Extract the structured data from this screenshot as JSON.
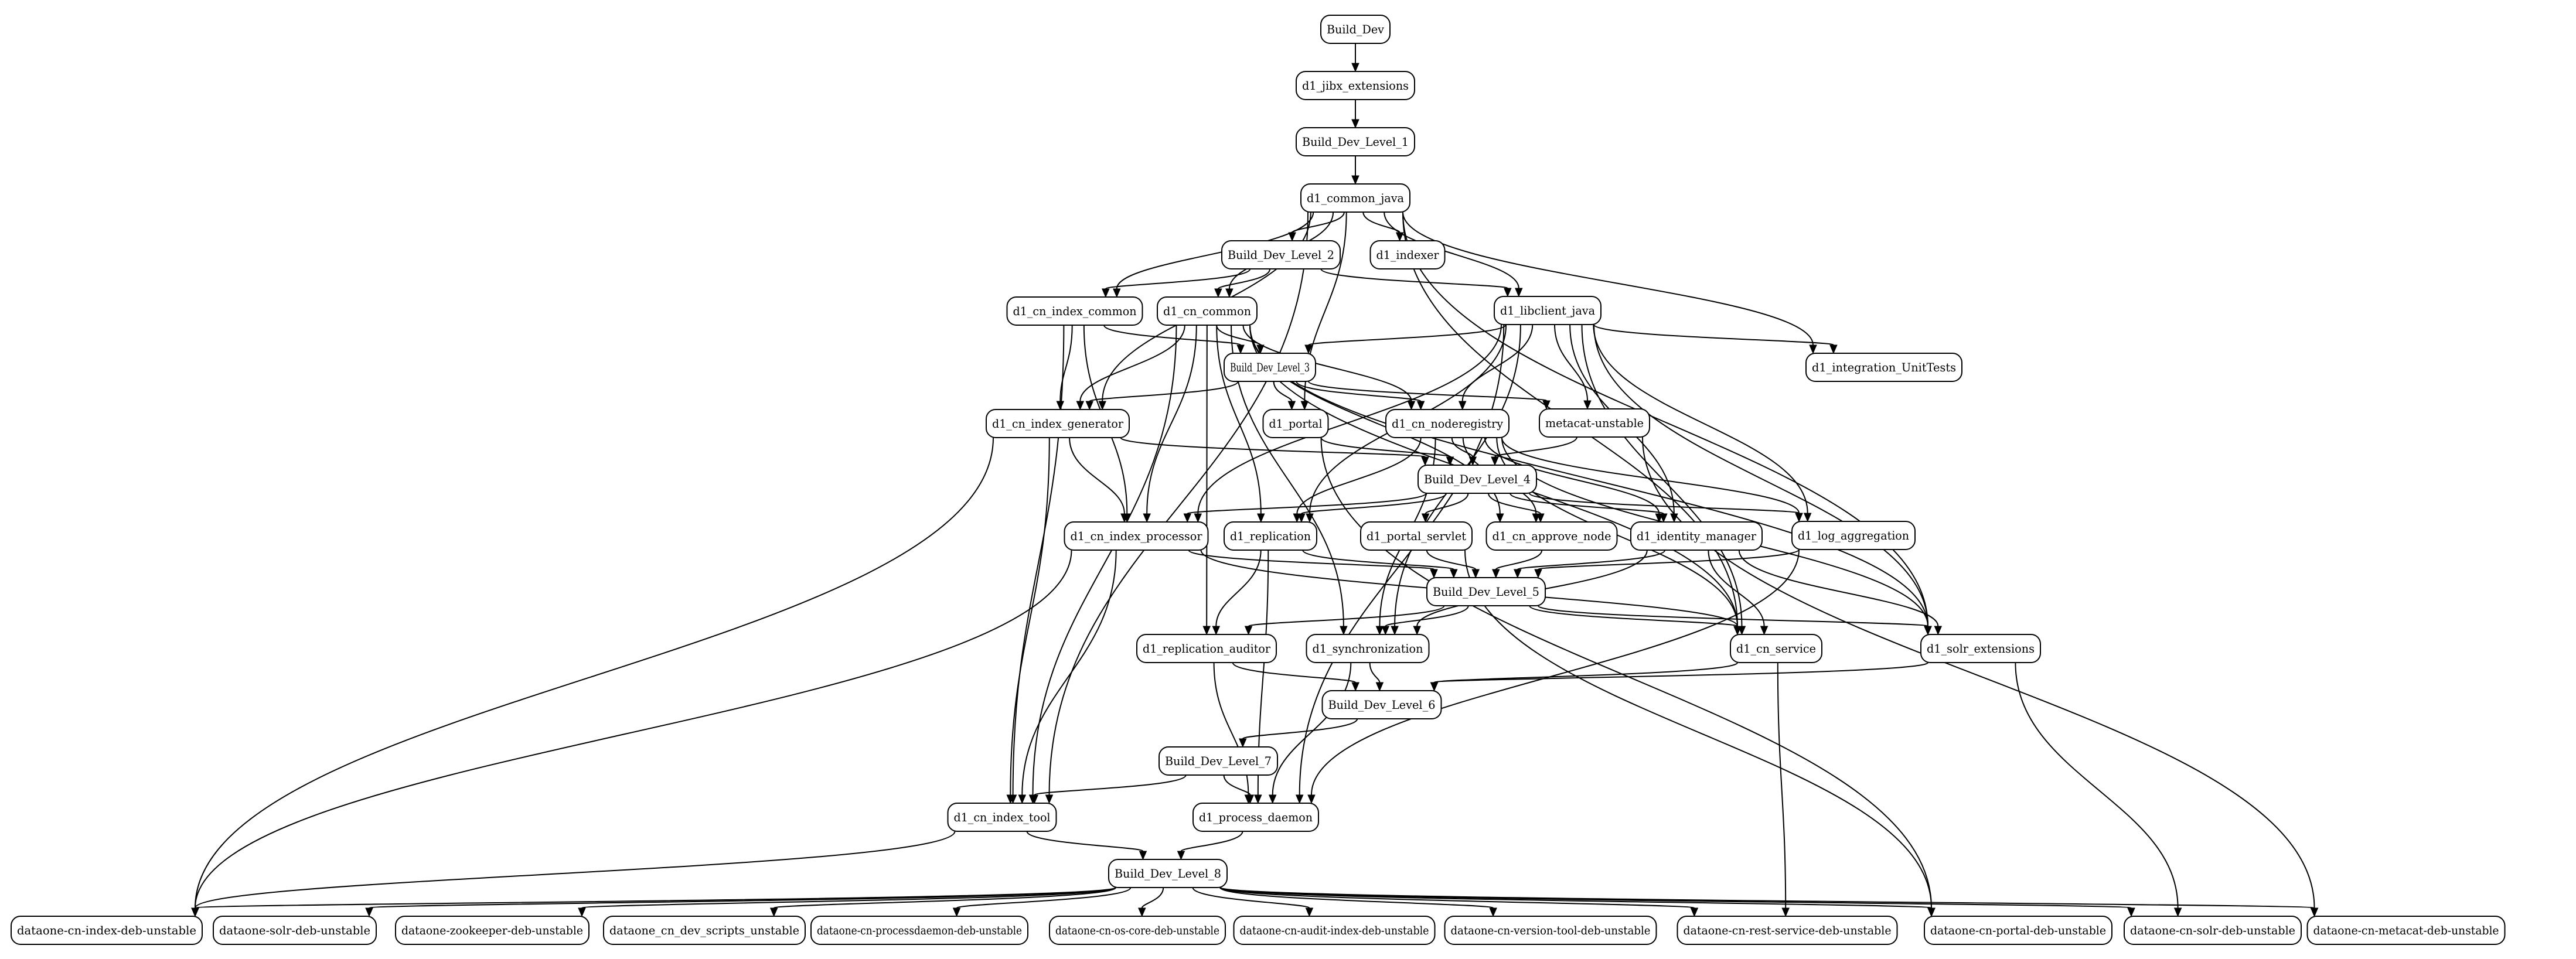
{
  "diagram": {
    "type": "directed-dependency-graph",
    "node_shape": "rounded-box",
    "colors": {
      "stroke": "#000000",
      "fill": "#ffffff",
      "text": "#000000",
      "background": "#ffffff"
    },
    "nodes": [
      {
        "id": "Build_Dev",
        "label": "Build_Dev"
      },
      {
        "id": "d1_jibx_extensions",
        "label": "d1_jibx_extensions"
      },
      {
        "id": "Build_Dev_Level_1",
        "label": "Build_Dev_Level_1"
      },
      {
        "id": "d1_common_java",
        "label": "d1_common_java"
      },
      {
        "id": "Build_Dev_Level_2",
        "label": "Build_Dev_Level_2"
      },
      {
        "id": "d1_indexer",
        "label": "d1_indexer"
      },
      {
        "id": "d1_cn_index_common",
        "label": "d1_cn_index_common"
      },
      {
        "id": "d1_cn_common",
        "label": "d1_cn_common"
      },
      {
        "id": "d1_libclient_java",
        "label": "d1_libclient_java"
      },
      {
        "id": "Build_Dev_Level_3",
        "label": "Build_Dev_Level_3"
      },
      {
        "id": "d1_integration_UnitTests",
        "label": "d1_integration_UnitTests"
      },
      {
        "id": "d1_cn_index_generator",
        "label": "d1_cn_index_generator"
      },
      {
        "id": "d1_portal",
        "label": "d1_portal"
      },
      {
        "id": "d1_cn_noderegistry",
        "label": "d1_cn_noderegistry"
      },
      {
        "id": "metacat-unstable",
        "label": "metacat-unstable"
      },
      {
        "id": "Build_Dev_Level_4",
        "label": "Build_Dev_Level_4"
      },
      {
        "id": "d1_cn_index_processor",
        "label": "d1_cn_index_processor"
      },
      {
        "id": "d1_replication",
        "label": "d1_replication"
      },
      {
        "id": "d1_portal_servlet",
        "label": "d1_portal_servlet"
      },
      {
        "id": "d1_cn_approve_node",
        "label": "d1_cn_approve_node"
      },
      {
        "id": "d1_identity_manager",
        "label": "d1_identity_manager"
      },
      {
        "id": "d1_log_aggregation",
        "label": "d1_log_aggregation"
      },
      {
        "id": "Build_Dev_Level_5",
        "label": "Build_Dev_Level_5"
      },
      {
        "id": "d1_replication_auditor",
        "label": "d1_replication_auditor"
      },
      {
        "id": "d1_synchronization",
        "label": "d1_synchronization"
      },
      {
        "id": "d1_cn_service",
        "label": "d1_cn_service"
      },
      {
        "id": "d1_solr_extensions",
        "label": "d1_solr_extensions"
      },
      {
        "id": "Build_Dev_Level_6",
        "label": "Build_Dev_Level_6"
      },
      {
        "id": "Build_Dev_Level_7",
        "label": "Build_Dev_Level_7"
      },
      {
        "id": "d1_cn_index_tool",
        "label": "d1_cn_index_tool"
      },
      {
        "id": "d1_process_daemon",
        "label": "d1_process_daemon"
      },
      {
        "id": "Build_Dev_Level_8",
        "label": "Build_Dev_Level_8"
      },
      {
        "id": "dataone-cn-index-deb-unstable",
        "label": "dataone-cn-index-deb-unstable"
      },
      {
        "id": "dataone-solr-deb-unstable",
        "label": "dataone-solr-deb-unstable"
      },
      {
        "id": "dataone-zookeeper-deb-unstable",
        "label": "dataone-zookeeper-deb-unstable"
      },
      {
        "id": "dataone_cn_dev_scripts_unstable",
        "label": "dataone_cn_dev_scripts_unstable"
      },
      {
        "id": "dataone-cn-processdaemon-deb-unstable",
        "label": "dataone-cn-processdaemon-deb-unstable"
      },
      {
        "id": "dataone-cn-os-core-deb-unstable",
        "label": "dataone-cn-os-core-deb-unstable"
      },
      {
        "id": "dataone-cn-audit-index-deb-unstable",
        "label": "dataone-cn-audit-index-deb-unstable"
      },
      {
        "id": "dataone-cn-version-tool-deb-unstable",
        "label": "dataone-cn-version-tool-deb-unstable"
      },
      {
        "id": "dataone-cn-rest-service-deb-unstable",
        "label": "dataone-cn-rest-service-deb-unstable"
      },
      {
        "id": "dataone-cn-portal-deb-unstable",
        "label": "dataone-cn-portal-deb-unstable"
      },
      {
        "id": "dataone-cn-solr-deb-unstable",
        "label": "dataone-cn-solr-deb-unstable"
      },
      {
        "id": "dataone-cn-metacat-deb-unstable",
        "label": "dataone-cn-metacat-deb-unstable"
      }
    ],
    "edges": [
      [
        "Build_Dev",
        "d1_jibx_extensions"
      ],
      [
        "d1_jibx_extensions",
        "Build_Dev_Level_1"
      ],
      [
        "Build_Dev_Level_1",
        "d1_common_java"
      ],
      [
        "d1_common_java",
        "Build_Dev_Level_2"
      ],
      [
        "d1_common_java",
        "d1_indexer"
      ],
      [
        "d1_common_java",
        "d1_cn_index_common"
      ],
      [
        "d1_common_java",
        "d1_cn_common"
      ],
      [
        "d1_common_java",
        "d1_libclient_java"
      ],
      [
        "d1_common_java",
        "d1_integration_UnitTests"
      ],
      [
        "d1_common_java",
        "d1_cn_index_generator"
      ],
      [
        "d1_common_java",
        "d1_portal"
      ],
      [
        "d1_common_java",
        "d1_cn_index_tool"
      ],
      [
        "d1_common_java",
        "d1_cn_service"
      ],
      [
        "d1_common_java",
        "d1_solr_extensions"
      ],
      [
        "Build_Dev_Level_2",
        "d1_cn_index_common"
      ],
      [
        "Build_Dev_Level_2",
        "d1_cn_common"
      ],
      [
        "Build_Dev_Level_2",
        "d1_libclient_java"
      ],
      [
        "d1_cn_index_common",
        "Build_Dev_Level_3"
      ],
      [
        "d1_cn_index_common",
        "d1_cn_index_generator"
      ],
      [
        "d1_cn_index_common",
        "d1_cn_index_processor"
      ],
      [
        "d1_cn_index_common",
        "d1_cn_index_tool"
      ],
      [
        "d1_cn_common",
        "Build_Dev_Level_3"
      ],
      [
        "d1_cn_common",
        "d1_cn_index_generator"
      ],
      [
        "d1_cn_common",
        "d1_cn_noderegistry"
      ],
      [
        "d1_cn_common",
        "d1_cn_index_processor"
      ],
      [
        "d1_cn_common",
        "d1_replication"
      ],
      [
        "d1_cn_common",
        "d1_replication_auditor"
      ],
      [
        "d1_cn_common",
        "d1_synchronization"
      ],
      [
        "d1_cn_common",
        "d1_cn_index_tool"
      ],
      [
        "d1_cn_common",
        "d1_cn_service"
      ],
      [
        "d1_cn_common",
        "d1_cn_approve_node"
      ],
      [
        "d1_cn_common",
        "d1_solr_extensions"
      ],
      [
        "d1_libclient_java",
        "Build_Dev_Level_3"
      ],
      [
        "d1_libclient_java",
        "d1_integration_UnitTests"
      ],
      [
        "d1_libclient_java",
        "metacat-unstable"
      ],
      [
        "d1_libclient_java",
        "d1_cn_noderegistry"
      ],
      [
        "d1_libclient_java",
        "d1_replication"
      ],
      [
        "d1_libclient_java",
        "d1_cn_index_processor"
      ],
      [
        "d1_libclient_java",
        "d1_identity_manager"
      ],
      [
        "d1_libclient_java",
        "d1_log_aggregation"
      ],
      [
        "d1_libclient_java",
        "d1_synchronization"
      ],
      [
        "d1_libclient_java",
        "d1_cn_service"
      ],
      [
        "d1_libclient_java",
        "d1_solr_extensions"
      ],
      [
        "d1_libclient_java",
        "d1_process_daemon"
      ],
      [
        "Build_Dev_Level_3",
        "d1_cn_index_generator"
      ],
      [
        "Build_Dev_Level_3",
        "d1_portal"
      ],
      [
        "Build_Dev_Level_3",
        "d1_cn_noderegistry"
      ],
      [
        "Build_Dev_Level_3",
        "metacat-unstable"
      ],
      [
        "d1_cn_index_generator",
        "Build_Dev_Level_4"
      ],
      [
        "d1_cn_index_generator",
        "d1_cn_index_processor"
      ],
      [
        "d1_cn_index_generator",
        "d1_cn_index_tool"
      ],
      [
        "d1_cn_index_generator",
        "dataone-cn-index-deb-unstable"
      ],
      [
        "d1_portal",
        "Build_Dev_Level_4"
      ],
      [
        "d1_portal",
        "dataone-cn-portal-deb-unstable"
      ],
      [
        "d1_cn_noderegistry",
        "Build_Dev_Level_4"
      ],
      [
        "d1_cn_noderegistry",
        "d1_replication"
      ],
      [
        "d1_cn_noderegistry",
        "d1_cn_approve_node"
      ],
      [
        "d1_cn_noderegistry",
        "d1_identity_manager"
      ],
      [
        "d1_cn_noderegistry",
        "d1_log_aggregation"
      ],
      [
        "d1_cn_noderegistry",
        "d1_synchronization"
      ],
      [
        "d1_cn_noderegistry",
        "d1_cn_service"
      ],
      [
        "d1_cn_noderegistry",
        "d1_solr_extensions"
      ],
      [
        "metacat-unstable",
        "Build_Dev_Level_4"
      ],
      [
        "metacat-unstable",
        "dataone-cn-metacat-deb-unstable"
      ],
      [
        "Build_Dev_Level_4",
        "d1_cn_index_processor"
      ],
      [
        "Build_Dev_Level_4",
        "d1_replication"
      ],
      [
        "Build_Dev_Level_4",
        "d1_portal_servlet"
      ],
      [
        "Build_Dev_Level_4",
        "d1_cn_approve_node"
      ],
      [
        "Build_Dev_Level_4",
        "d1_identity_manager"
      ],
      [
        "Build_Dev_Level_4",
        "d1_log_aggregation"
      ],
      [
        "d1_cn_index_processor",
        "Build_Dev_Level_5"
      ],
      [
        "d1_cn_index_processor",
        "d1_cn_service"
      ],
      [
        "d1_cn_index_processor",
        "d1_cn_index_tool"
      ],
      [
        "d1_cn_index_processor",
        "dataone-cn-index-deb-unstable"
      ],
      [
        "d1_replication",
        "Build_Dev_Level_5"
      ],
      [
        "d1_replication",
        "d1_replication_auditor"
      ],
      [
        "d1_replication",
        "d1_process_daemon"
      ],
      [
        "d1_portal_servlet",
        "Build_Dev_Level_5"
      ],
      [
        "d1_portal_servlet",
        "dataone-cn-portal-deb-unstable"
      ],
      [
        "d1_cn_approve_node",
        "Build_Dev_Level_5"
      ],
      [
        "d1_identity_manager",
        "Build_Dev_Level_5"
      ],
      [
        "d1_identity_manager",
        "d1_synchronization"
      ],
      [
        "d1_identity_manager",
        "d1_cn_service"
      ],
      [
        "d1_identity_manager",
        "d1_solr_extensions"
      ],
      [
        "d1_log_aggregation",
        "Build_Dev_Level_5"
      ],
      [
        "d1_log_aggregation",
        "d1_process_daemon"
      ],
      [
        "Build_Dev_Level_5",
        "d1_replication_auditor"
      ],
      [
        "Build_Dev_Level_5",
        "d1_synchronization"
      ],
      [
        "Build_Dev_Level_5",
        "d1_cn_service"
      ],
      [
        "Build_Dev_Level_5",
        "d1_solr_extensions"
      ],
      [
        "d1_replication_auditor",
        "Build_Dev_Level_6"
      ],
      [
        "d1_replication_auditor",
        "d1_process_daemon"
      ],
      [
        "d1_synchronization",
        "Build_Dev_Level_6"
      ],
      [
        "d1_synchronization",
        "d1_process_daemon"
      ],
      [
        "d1_cn_service",
        "Build_Dev_Level_6"
      ],
      [
        "d1_cn_service",
        "dataone-cn-rest-service-deb-unstable"
      ],
      [
        "d1_solr_extensions",
        "Build_Dev_Level_6"
      ],
      [
        "d1_solr_extensions",
        "dataone-cn-solr-deb-unstable"
      ],
      [
        "Build_Dev_Level_6",
        "Build_Dev_Level_7"
      ],
      [
        "Build_Dev_Level_7",
        "d1_cn_index_tool"
      ],
      [
        "Build_Dev_Level_7",
        "d1_process_daemon"
      ],
      [
        "d1_cn_index_tool",
        "Build_Dev_Level_8"
      ],
      [
        "d1_cn_index_tool",
        "dataone-cn-index-deb-unstable"
      ],
      [
        "d1_process_daemon",
        "Build_Dev_Level_8"
      ],
      [
        "Build_Dev_Level_8",
        "dataone-cn-index-deb-unstable"
      ],
      [
        "Build_Dev_Level_8",
        "dataone-solr-deb-unstable"
      ],
      [
        "Build_Dev_Level_8",
        "dataone-zookeeper-deb-unstable"
      ],
      [
        "Build_Dev_Level_8",
        "dataone_cn_dev_scripts_unstable"
      ],
      [
        "Build_Dev_Level_8",
        "dataone-cn-processdaemon-deb-unstable"
      ],
      [
        "Build_Dev_Level_8",
        "dataone-cn-os-core-deb-unstable"
      ],
      [
        "Build_Dev_Level_8",
        "dataone-cn-audit-index-deb-unstable"
      ],
      [
        "Build_Dev_Level_8",
        "dataone-cn-version-tool-deb-unstable"
      ],
      [
        "Build_Dev_Level_8",
        "dataone-cn-rest-service-deb-unstable"
      ],
      [
        "Build_Dev_Level_8",
        "dataone-cn-portal-deb-unstable"
      ],
      [
        "Build_Dev_Level_8",
        "dataone-cn-solr-deb-unstable"
      ],
      [
        "Build_Dev_Level_8",
        "dataone-cn-metacat-deb-unstable"
      ]
    ]
  }
}
